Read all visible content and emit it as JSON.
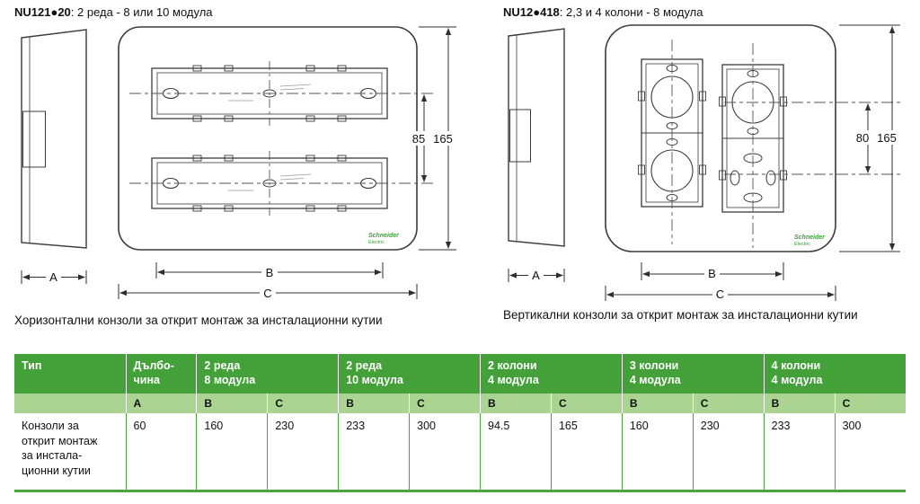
{
  "colors": {
    "header_green": "#44a13a",
    "subheader_green": "#abd391",
    "table_line_green": "#4aa53c",
    "logo_green": "#3aa035"
  },
  "left_figure": {
    "code": "NU121●20",
    "title_rest": ": 2 реда - 8 или 10 модула",
    "caption": "Хоризонтални конзоли за открит монтаж за инсталационни кутии",
    "dim_a": "A",
    "dim_b": "B",
    "dim_c": "C",
    "dim_inner": "85",
    "dim_outer": "165",
    "logo_line1": "Schneider",
    "logo_line2": "Electric"
  },
  "right_figure": {
    "code": "NU12●418",
    "title_rest": ": 2,3 и 4 колони - 8 модула",
    "caption": "Вертикални конзоли за открит монтаж за инсталационни кутии",
    "dim_a": "A",
    "dim_b": "B",
    "dim_c": "C",
    "dim_inner": "80",
    "dim_outer": "165",
    "logo_line1": "Schneider",
    "logo_line2": "Electric"
  },
  "table": {
    "type_header": "Тип",
    "depth_header": "Дълбо-\nчина",
    "groups": [
      "2 реда\n8 модула",
      "2 реда\n10 модула",
      "2 колони\n4 модула",
      "3 колони\n4 модула",
      "4 колони\n4 модула"
    ],
    "subheader": [
      "A",
      "B",
      "C",
      "B",
      "C",
      "B",
      "C",
      "B",
      "C",
      "B",
      "C"
    ],
    "row_label": "Конзоли за\nоткрит монтаж\nза инстала-\nционни кутии",
    "values": [
      "60",
      "160",
      "230",
      "233",
      "300",
      "94.5",
      "165",
      "160",
      "230",
      "233",
      "300"
    ]
  }
}
